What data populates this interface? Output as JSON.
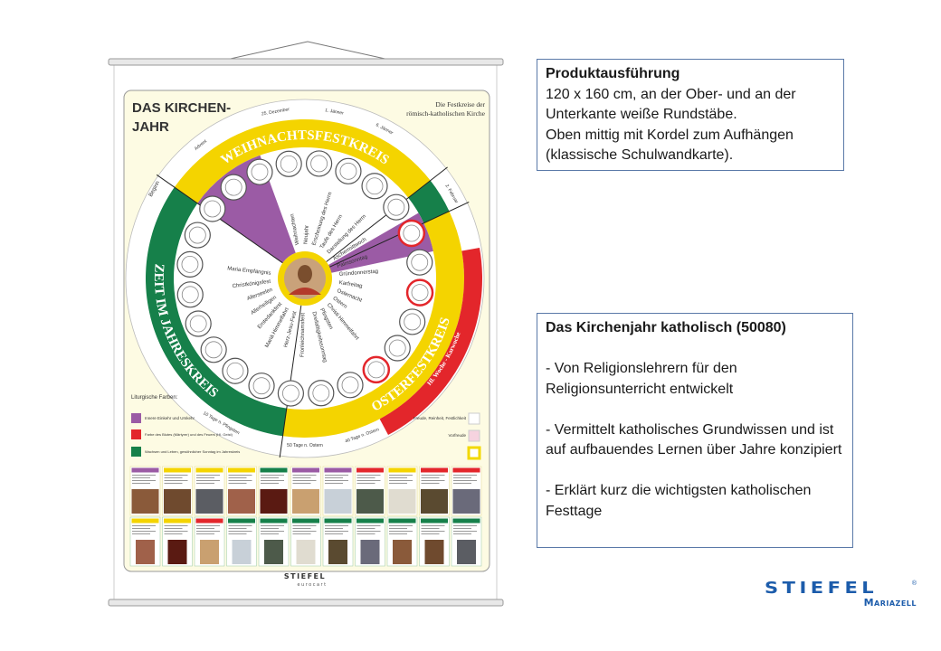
{
  "poster": {
    "title_line1": "DAS KIRCHEN-",
    "title_line2": "JAHR",
    "subtitle_line1": "Die Festkreise der",
    "subtitle_line2": "römisch-katholischen Kirche",
    "rings": {
      "christmas": "WEIHNACHTSFESTKREIS",
      "ordinary": "ZEIT IM JAHRESKREIS",
      "easter": "OSTERFESTKREIS",
      "holy_week": "Hl. Woche - Karwoche"
    },
    "dates": [
      "Advent",
      "25. Dezember",
      "1. Jänner",
      "6. Jänner",
      "2. Februar",
      "50 Tage n. Ostern",
      "40 Tage n. Ostern",
      "10 Tage n. Pfingsten"
    ],
    "begin_label": "Beginn",
    "feasts": [
      "Weihnachten",
      "Neujahr",
      "Erscheinung des Herrn",
      "Taufe des Herrn",
      "Darstellung des Herrn",
      "Aschermittwoch",
      "Palmsonntag",
      "Gründonnerstag",
      "Karfreitag",
      "Osternacht",
      "Ostern",
      "Christi Himmelfahrt",
      "Pfingsten",
      "Dreifaltigkeitssonntag",
      "Fronleichnamsfest",
      "Herz-Jesu-Fest",
      "Mariä Himmelfahrt",
      "Erntedankfest",
      "Allerheiligen",
      "Allerseelen",
      "Christkönigsfest",
      "Maria Empfängnis"
    ],
    "legend": {
      "title": "Liturgische Farben:",
      "items": [
        {
          "label": "Innere Einkehr und Umkehr",
          "color": "#9b5ba5"
        },
        {
          "label": "Farbe des Blutes (Märtyrer) und des Feuers (Hl. Geist)",
          "color": "#e3262b"
        },
        {
          "label": "Wachsen und Leben, gewöhnlicher Sonntag im Jahreskreis",
          "color": "#1a8040"
        }
      ],
      "right_items": [
        {
          "label": "Freude, Reinheit, Festlichkeit",
          "color": "#ffffff"
        },
        {
          "label": "Vorfreude",
          "color": "#f6d3df"
        },
        {
          "label": "",
          "color": "#f2d800"
        }
      ]
    },
    "footer_brand": "STIEFEL",
    "footer_sub": "eurocart",
    "colors": {
      "yellow": "#f4d400",
      "green": "#16804a",
      "purple": "#9b5ba5",
      "red": "#e3262b",
      "panel": "#fdfbe3"
    }
  },
  "product": {
    "heading": "Produktausführung",
    "lines": [
      "120 x 160 cm, an der Ober- und an der",
      "Unterkante weiße Rundstäbe.",
      "Oben mittig mit Kordel zum Aufhängen",
      "(klassische Schulwandkarte)."
    ]
  },
  "description": {
    "heading": "Das Kirchenjahr katholisch (50080)",
    "points": [
      "- Von Religionslehrern für den Religionsunterricht entwickelt",
      "- Vermittelt katholisches Grundwissen und ist auf aufbauendes Lernen über Jahre konzipiert",
      "- Erklärt kurz die wichtigsten katholischen Festtage"
    ]
  },
  "logo": {
    "brand": "STIEFEL",
    "registered": "®",
    "sub": "Mariazell"
  }
}
